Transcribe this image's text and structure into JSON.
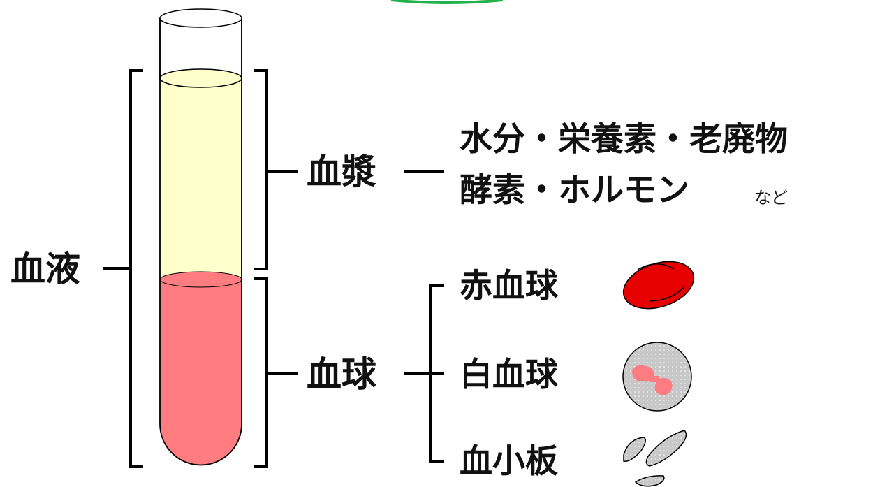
{
  "labels": {
    "blood": "血液",
    "plasma": "血漿",
    "blood_cells": "血球",
    "plasma_components_line1": "水分・栄養素・老廃物",
    "plasma_components_line2": "酵素・ホルモン",
    "plasma_components_suffix": "など",
    "red_blood_cell": "赤血球",
    "white_blood_cell": "白血球",
    "platelet": "血小板"
  },
  "colors": {
    "plasma_fill": "#ffffcc",
    "cells_fill": "#ff7c80",
    "red_cell": "#e60000",
    "white_cell": "#c8c8c8",
    "white_cell_nucleus": "#ff7c80",
    "platelet": "#c0c0c0",
    "top_arc": "#22b14c"
  },
  "icons": [
    "test-tube-icon",
    "red-blood-cell-icon",
    "white-blood-cell-icon",
    "platelet-icon"
  ]
}
